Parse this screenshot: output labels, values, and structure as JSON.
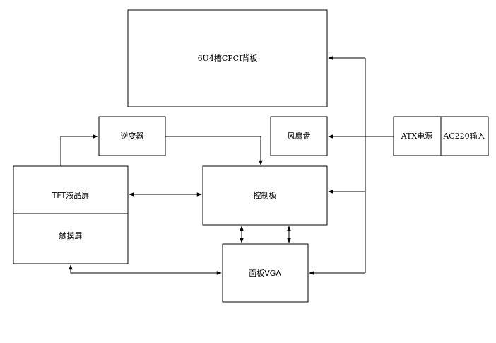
{
  "blocks": {
    "backplane": "6U4槽CPCI背板",
    "inverter": "逆变器",
    "fan_tray": "风扇盘",
    "atx_power": "ATX电源",
    "ac_input": "AC220输入",
    "lcd": "TFT液晶屏",
    "touchscreen": "触摸屏",
    "control_board": "控制板",
    "panel_vga": "面板VGA"
  }
}
